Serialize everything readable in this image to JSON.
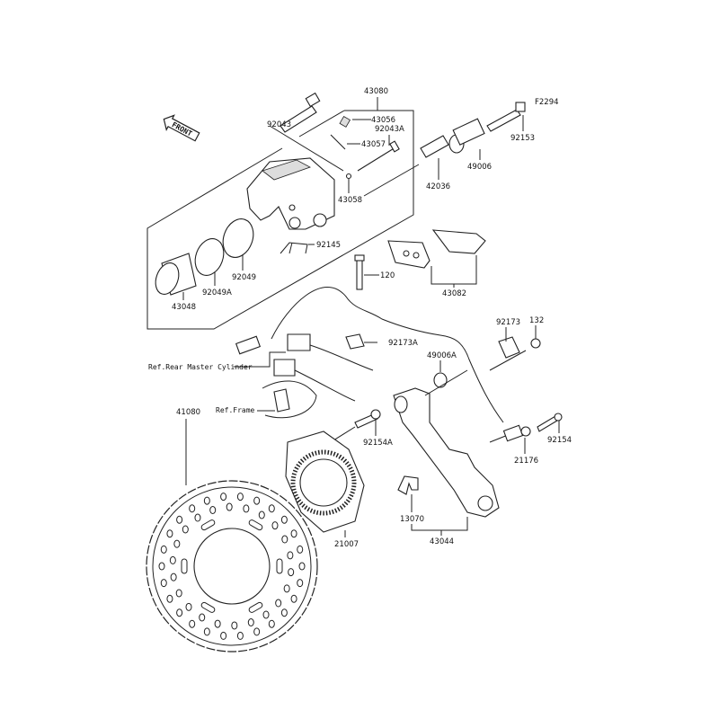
{
  "diagram": {
    "front_arrow": "FRONT",
    "labels": {
      "p43080": "43080",
      "p92043": "92043",
      "pF2294": "F2294",
      "p43056": "43056",
      "p92043A": "92043A",
      "p43057": "43057",
      "p92153": "92153",
      "p49006": "49006",
      "p42036": "42036",
      "p43058": "43058",
      "p92145": "92145",
      "p92049": "92049",
      "p92049A": "92049A",
      "p43048": "43048",
      "p120": "120",
      "p43082": "43082",
      "p92173": "92173",
      "p132": "132",
      "p92173A": "92173A",
      "p49006A": "49006A",
      "ref_master": "Ref.Rear Master Cylinder",
      "ref_frame": "Ref.Frame",
      "p41080": "41080",
      "p92154A": "92154A",
      "p92154": "92154",
      "p21176": "21176",
      "p13070": "13070",
      "p21007": "21007",
      "p43044": "43044"
    }
  }
}
